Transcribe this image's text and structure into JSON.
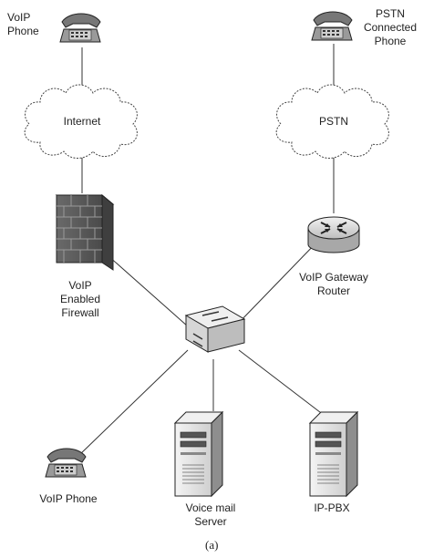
{
  "nodes": {
    "voip_phone_top": {
      "label": "VoIP\nPhone",
      "icon": "desk-phone-icon"
    },
    "pstn_phone": {
      "label": "PSTN\nConnected\nPhone",
      "icon": "desk-phone-icon"
    },
    "internet_cloud": {
      "label": "Internet",
      "icon": "cloud-icon"
    },
    "pstn_cloud": {
      "label": "PSTN",
      "icon": "cloud-icon"
    },
    "firewall": {
      "label": "VoIP\nEnabled\nFirewall",
      "icon": "firewall-brick-icon"
    },
    "gateway_router": {
      "label": "VoIP Gateway\nRouter",
      "icon": "router-icon"
    },
    "switch": {
      "label": "",
      "icon": "network-switch-icon"
    },
    "voip_phone_bottom": {
      "label": "VoIP Phone",
      "icon": "desk-phone-icon"
    },
    "voicemail_server": {
      "label": "Voice mail\nServer",
      "icon": "server-tower-icon"
    },
    "ip_pbx": {
      "label": "IP-PBX",
      "icon": "server-tower-icon"
    }
  },
  "caption": "(a)",
  "colors": {
    "line": "#333333",
    "device_dark": "#555555",
    "device_light": "#e8e8e8",
    "cloud_fill": "#ffffff"
  }
}
